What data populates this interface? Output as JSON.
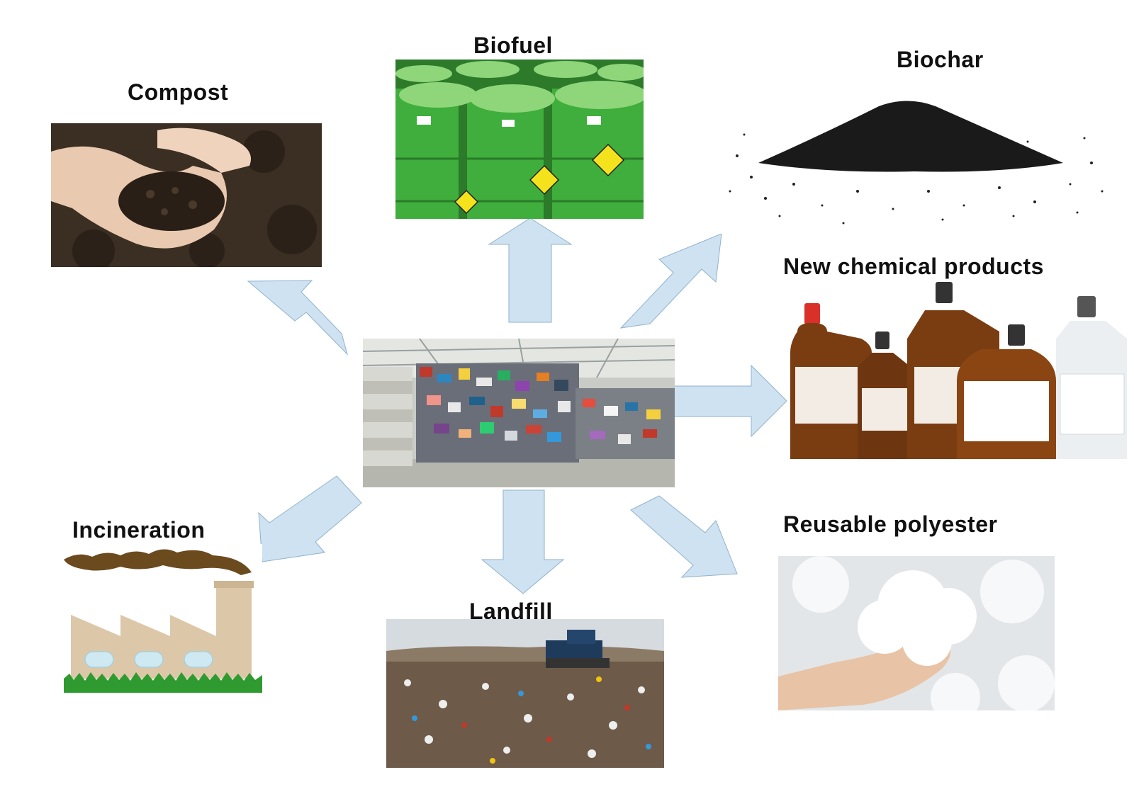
{
  "outcomes": {
    "compost": "Compost",
    "biofuel": "Biofuel",
    "biochar": "Biochar",
    "new_chemical_products": "New chemical products",
    "incineration": "Incineration",
    "landfill": "Landfill",
    "reusable_polyester": "Reusable polyester"
  },
  "colors": {
    "arrow_fill": "#cfe2f1",
    "arrow_stroke": "#8fb2cc",
    "drum_green": "#3fae3c",
    "soil_brown": "#3b2e22",
    "bottle_amber": "#7a3d12",
    "smoke_brown": "#6b4a1e",
    "factory_tan": "#dcc8a8",
    "grass_green": "#2f9a2f"
  },
  "icons": {
    "center": "textile-waste-warehouse-image",
    "compost": "soil-in-hands-image",
    "biofuel": "green-fuel-drums-image",
    "biochar": "black-powder-pile-image",
    "chemicals": "chemical-bottles-image",
    "incineration": "factory-smoke-icon",
    "landfill": "landfill-bulldozer-image",
    "polyester": "polyester-fiber-in-hand-image"
  }
}
